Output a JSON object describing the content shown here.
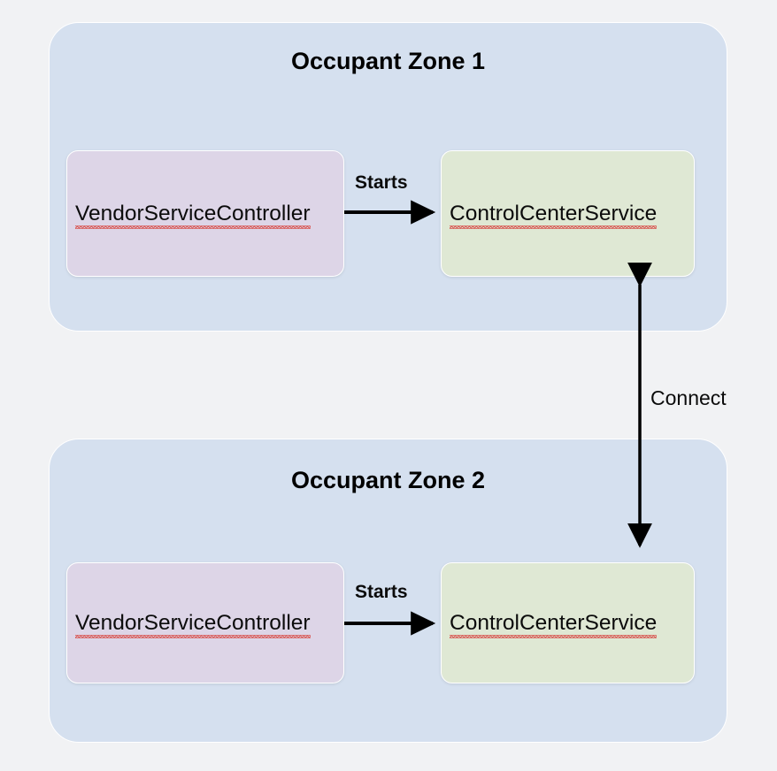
{
  "diagram": {
    "title_visible": false,
    "background_color": "#f1f2f4",
    "zones": [
      {
        "id": "zone-1",
        "title": "Occupant Zone 1",
        "color": "#d5e0ef",
        "nodes": [
          {
            "id": "node-vsc-1",
            "label": "VendorServiceController",
            "color": "#ddd5e7",
            "spellcheck_underline": true
          },
          {
            "id": "node-ccs-1",
            "label": "ControlCenterService",
            "color": "#dfe8d4",
            "spellcheck_underline": true
          }
        ],
        "edge": {
          "label": "Starts",
          "from": "node-vsc-1",
          "to": "node-ccs-1",
          "direction": "right"
        }
      },
      {
        "id": "zone-2",
        "title": "Occupant Zone 2",
        "color": "#d5e0ef",
        "nodes": [
          {
            "id": "node-vsc-2",
            "label": "VendorServiceController",
            "color": "#ddd5e7",
            "spellcheck_underline": true
          },
          {
            "id": "node-ccs-2",
            "label": "ControlCenterService",
            "color": "#dfe8d4",
            "spellcheck_underline": true
          }
        ],
        "edge": {
          "label": "Starts",
          "from": "node-vsc-2",
          "to": "node-ccs-2",
          "direction": "right"
        }
      }
    ],
    "cross_zone_edge": {
      "label": "Connect",
      "from": "node-ccs-1",
      "to": "node-ccs-2",
      "direction": "bidirectional",
      "stroke_color": "#000000"
    },
    "accent_colors": {
      "zone": "#d5e0ef",
      "controller_node": "#ddd5e7",
      "service_node": "#dfe8d4",
      "arrow": "#000000",
      "spellcheck": "#d9534f"
    }
  }
}
